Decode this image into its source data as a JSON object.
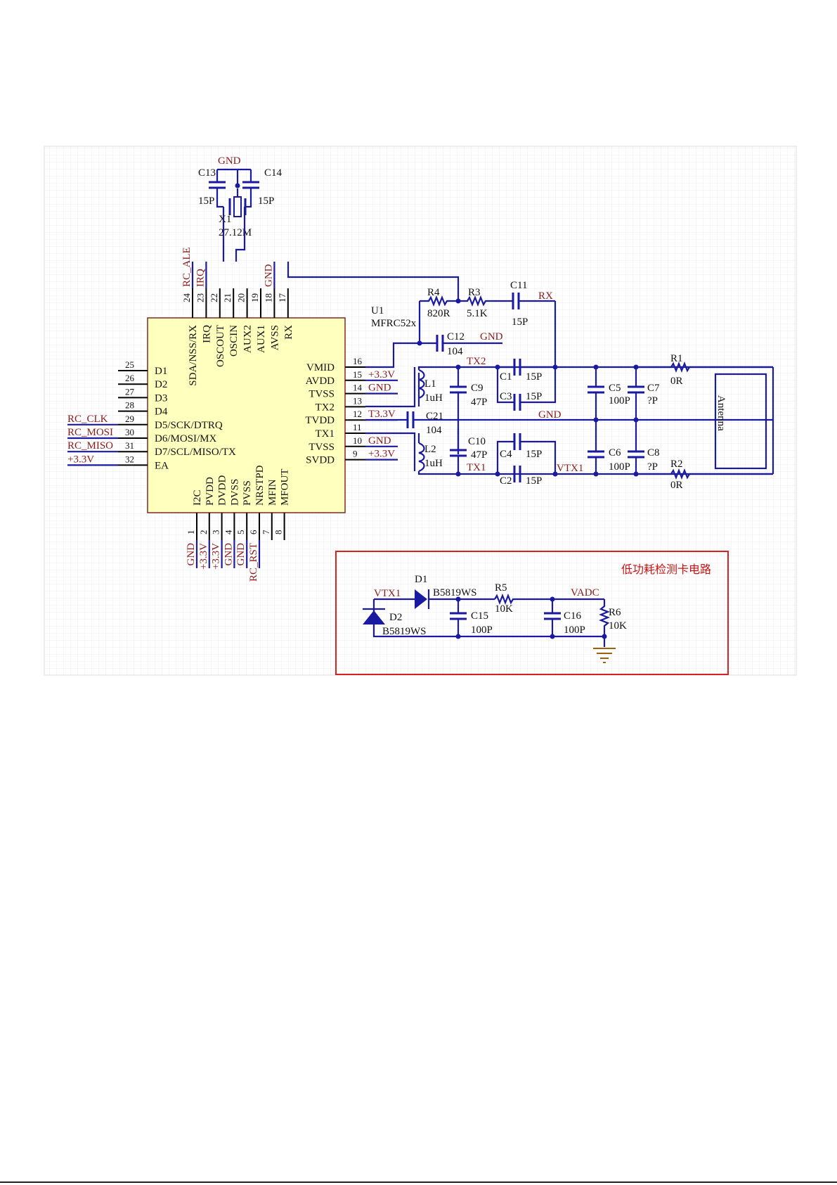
{
  "chip": {
    "ref": "U1",
    "part": "MFRC52x",
    "left_pins": [
      {
        "num": "25",
        "name": "D1",
        "net": ""
      },
      {
        "num": "26",
        "name": "D2",
        "net": ""
      },
      {
        "num": "27",
        "name": "D3",
        "net": ""
      },
      {
        "num": "28",
        "name": "D4",
        "net": ""
      },
      {
        "num": "29",
        "name": "D5/SCK/DTRQ",
        "net": "RC_CLK"
      },
      {
        "num": "30",
        "name": "D6/MOSI/MX",
        "net": "RC_MOSI"
      },
      {
        "num": "31",
        "name": "D7/SCL/MISO/TX",
        "net": "RC_MISO"
      },
      {
        "num": "32",
        "name": "EA",
        "net": "+3.3V"
      }
    ],
    "right_pins": [
      {
        "num": "16",
        "name": "VMID",
        "net": ""
      },
      {
        "num": "15",
        "name": "AVDD",
        "net": "+3.3V"
      },
      {
        "num": "14",
        "name": "TVSS",
        "net": "GND"
      },
      {
        "num": "13",
        "name": "TX2",
        "net": ""
      },
      {
        "num": "12",
        "name": "TVDD",
        "net": "T3.3V"
      },
      {
        "num": "11",
        "name": "TX1",
        "net": ""
      },
      {
        "num": "10",
        "name": "TVSS",
        "net": "GND"
      },
      {
        "num": "9",
        "name": "SVDD",
        "net": "+3.3V"
      }
    ],
    "top_pins": [
      {
        "num": "24",
        "name": "SDA/NSS/RX",
        "net": "RC_ALE"
      },
      {
        "num": "23",
        "name": "IRQ",
        "net": "IRQ"
      },
      {
        "num": "22",
        "name": "OSCOUT",
        "net": ""
      },
      {
        "num": "21",
        "name": "OSCIN",
        "net": ""
      },
      {
        "num": "20",
        "name": "AUX2",
        "net": ""
      },
      {
        "num": "19",
        "name": "AUX1",
        "net": ""
      },
      {
        "num": "18",
        "name": "AVSS",
        "net": "GND"
      },
      {
        "num": "17",
        "name": "RX",
        "net": ""
      }
    ],
    "bottom_pins": [
      {
        "num": "1",
        "name": "I2C",
        "net": "GND"
      },
      {
        "num": "2",
        "name": "PVDD",
        "net": "+3.3V"
      },
      {
        "num": "3",
        "name": "DVDD",
        "net": "+3.3V"
      },
      {
        "num": "4",
        "name": "DVSS",
        "net": "GND"
      },
      {
        "num": "5",
        "name": "PVSS",
        "net": "GND"
      },
      {
        "num": "6",
        "name": "NRSTPD",
        "net": "RC_RST"
      },
      {
        "num": "7",
        "name": "MFIN",
        "net": ""
      },
      {
        "num": "8",
        "name": "MFOUT",
        "net": ""
      }
    ]
  },
  "crystal": {
    "gnd": "GND",
    "c13": "C13",
    "c13v": "15P",
    "c14": "C14",
    "c14v": "15P",
    "ref": "X1",
    "value": "27.12M"
  },
  "components": {
    "r4": "R4",
    "r4v": "820R",
    "r3": "R3",
    "r3v": "5.1K",
    "c11": "C11",
    "c11v": "15P",
    "rx": "RX",
    "c12": "C12",
    "c12v": "104",
    "c12gnd": "GND",
    "l1": "L1",
    "l1v": "1uH",
    "l2": "L2",
    "l2v": "1uH",
    "c9": "C9",
    "c9v": "47P",
    "c10": "C10",
    "c10v": "47P",
    "c21": "C21",
    "c21v": "104",
    "gnd_mid": "GND",
    "c1": "C1",
    "c1v": "15P",
    "c3": "C3",
    "c3v": "15P",
    "c4": "C4",
    "c4v": "15P",
    "c2": "C2",
    "c2v": "15P",
    "c5": "C5",
    "c5v": "100P",
    "c7": "C7",
    "c7v": "?P",
    "c6": "C6",
    "c6v": "100P",
    "c8": "C8",
    "c8v": "?P",
    "r1": "R1",
    "r1v": "0R",
    "r2": "R2",
    "r2v": "0R",
    "tx2": "TX2",
    "tx1": "TX1",
    "vtx1": "VTX1",
    "antenna": "Antenna"
  },
  "detect": {
    "title": "低功耗检测卡电路",
    "vtx1": "VTX1",
    "d1": "D1",
    "d1v": "B5819WS",
    "d2": "D2",
    "d2v": "B5819WS",
    "r5": "R5",
    "r5v": "10K",
    "vadc": "VADC",
    "c15": "C15",
    "c15v": "100P",
    "c16": "C16",
    "c16v": "100P",
    "r6": "R6",
    "r6v": "10K"
  }
}
